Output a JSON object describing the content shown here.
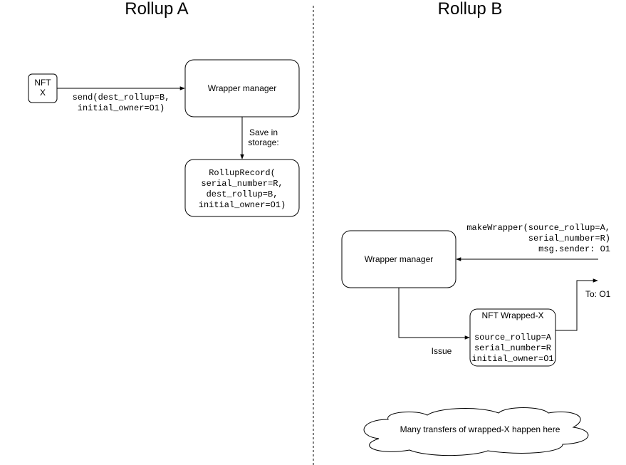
{
  "rollup_a": {
    "title": "Rollup A",
    "nft": {
      "line1": "NFT",
      "line2": "X"
    },
    "send_label": {
      "line1": "send(dest_rollup=B,",
      "line2": "initial_owner=O1)"
    },
    "wrapper_manager": "Wrapper manager",
    "save_label": {
      "line1": "Save in",
      "line2": "storage:"
    },
    "rollup_record": {
      "line1": "RollupRecord(",
      "line2": "serial_number=R,",
      "line3": "dest_rollup=B,",
      "line4": "initial_owner=O1)"
    }
  },
  "rollup_b": {
    "title": "Rollup B",
    "make_wrapper": {
      "line1": "makeWrapper(source_rollup=A,",
      "line2": "serial_number=R)",
      "line3": "msg.sender: O1"
    },
    "wrapper_manager": "Wrapper manager",
    "to_label": "To: O1",
    "issue_label": "Issue",
    "wrapped_nft": {
      "title": "NFT Wrapped-X",
      "line1": "source_rollup=A",
      "line2": "serial_number=R",
      "line3": "initial_owner=O1"
    },
    "cloud_text": "Many transfers of wrapped-X happen here"
  }
}
